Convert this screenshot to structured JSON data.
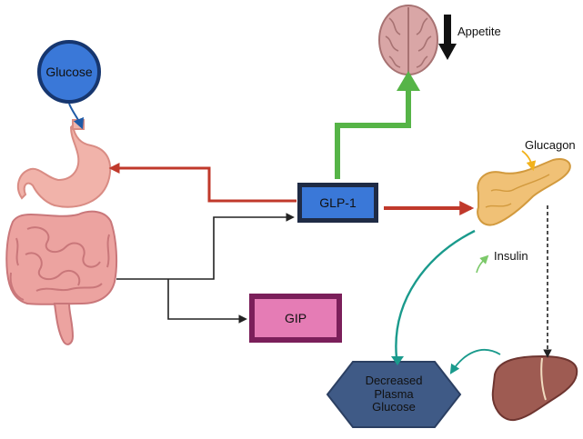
{
  "diagram": {
    "labels": {
      "glucose": "Glucose",
      "glp1": "GLP-1",
      "gip": "GIP",
      "appetite": "Appetite",
      "glucagon": "Glucagon",
      "insulin": "Insulin",
      "decreased_plasma_glucose": [
        "Decreased",
        "Plasma",
        "Glucose"
      ]
    },
    "colors": {
      "box_blue": "#3a78d8",
      "box_pink": "#e57cb5",
      "hexagon": "#3f5a86",
      "arrow_red": "#c0392b",
      "arrow_green": "#56b447",
      "arrow_teal": "#1a9a8c",
      "arrow_black": "#222222",
      "arrow_yellow": "#f2b21b"
    },
    "icons": [
      "brain-icon",
      "stomach-icon",
      "intestine-icon",
      "pancreas-icon",
      "liver-icon",
      "down-arrow-icon"
    ]
  }
}
